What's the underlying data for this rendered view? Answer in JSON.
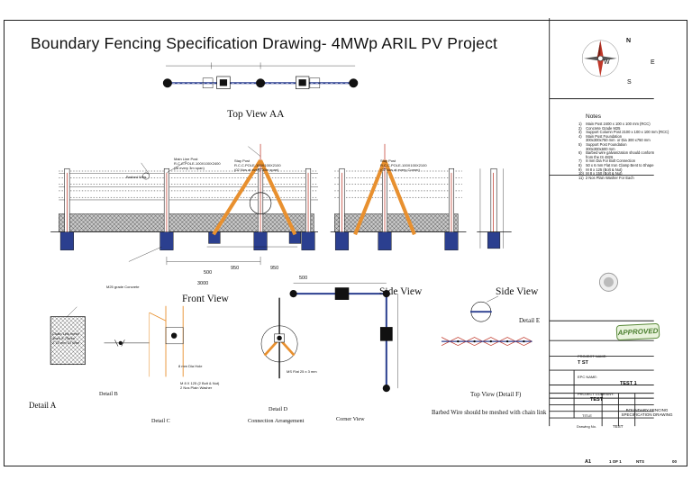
{
  "title": "Boundary Fencing Specification Drawing- 4MWp ARIL PV Project",
  "views": {
    "top_view": "Top View AA",
    "front_view": "Front View",
    "side_view_1": "Side View",
    "side_view_2": "Side View",
    "detail_a": "Detail A",
    "detail_b": "Detail B",
    "detail_c": "Detail C",
    "detail_d": "Detail D",
    "connection": "Connection Arrangement",
    "corner": "Corner View",
    "detail_e": "Detail E",
    "top_view_f": "Top View (Detail F)",
    "barbed_note": "Barbed Wire should be meshed with chain link"
  },
  "annotations": {
    "main_line_post": [
      "Main Line Post",
      "R.C.C.POLE-100X100X2400",
      "(At every 3m span)"
    ],
    "stay_post_1": [
      "Stay Post",
      "R.C.C.POLE-100X100X2100",
      "(02 Nos at every 30m span)"
    ],
    "stay_post_2": [
      "Stay Post",
      "R.C.C.POLE-100X100X2100",
      "(02 Nos at every Corner)"
    ],
    "barbed_wire": "Barbed Wire",
    "m25": "M25 grade Concrete",
    "chain_link": [
      "Chain Link mesh",
      "3mm X 75mm",
      "2.75 mm GI Wire"
    ],
    "dia_hole": "8 mm Dia Hole",
    "bolt": [
      "M 8 X 125 (2 Bolt & Nut)",
      "2 Nos Plain Washer"
    ],
    "flat_iron": "MS Flat 25 x 3 mm",
    "dim_500": "500",
    "dim_950a": "950",
    "dim_950b": "950",
    "dim_3000": "3000",
    "dim_500b": "500"
  },
  "compass": {
    "n": "N",
    "e": "E",
    "s": "S",
    "w": "W"
  },
  "notes_title": "Notes",
  "notes": [
    "1)    Main Post 2400 x 100 x 100 mm (RCC)",
    "2)    Concrete Grade M25",
    "3)    Support Column Post 2100 x 100 x 100 mm (RCC)",
    "4)    Main Post Foundation",
    "       300x300x750 mm  or Dia 300 x750 mm",
    "5)    Support Post Foundation",
    "       300x300x600 mm",
    "6)    Barbed wire galvanization should conform",
    "       from the IS 4826",
    "7)    8 mm Dia For Bolt Connection",
    "8)    50 x 6 mm Flat Iron Clamp Bent to Shape",
    "9)    M 8 x 125 (Bolt & Nut)",
    "10)  M 8 x 150 (Bolt & Nut)",
    "11)  2 Nos Plain Washer For Each"
  ],
  "approved": "APPROVED",
  "title_block": {
    "project_name_label": "PROJECT NAME:",
    "project_name": "T  ST",
    "epc_label": "EPC NAME:",
    "epc": "TEST 1",
    "company_label": "PROJECT COMPANY:",
    "company": "TEST",
    "title_label": "TITLE",
    "title_value": [
      "BOUNDARY FENCING",
      "SPECIFICATION DRAWING"
    ],
    "drawing_label": "Drawing No.",
    "drawing_no": "TEST",
    "size": "A1",
    "sheet": "1 OF 1",
    "scale": "NTS",
    "rev": "00"
  }
}
